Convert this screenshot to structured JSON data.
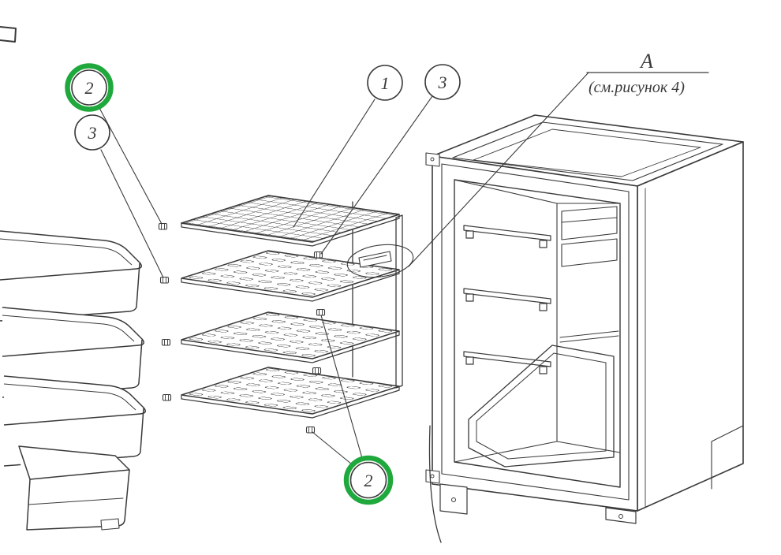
{
  "figure": {
    "kind": "exploded-parts-drawing",
    "detail_ref": {
      "label": "A",
      "note": "(см.рисунок 4)"
    },
    "balloons": [
      {
        "id": "balloon-2-top",
        "label": "2",
        "highlighted": true
      },
      {
        "id": "balloon-3-left",
        "label": "3",
        "highlighted": false
      },
      {
        "id": "balloon-1-top",
        "label": "1",
        "highlighted": false
      },
      {
        "id": "balloon-3-top",
        "label": "3",
        "highlighted": false
      },
      {
        "id": "balloon-2-bottom",
        "label": "2",
        "highlighted": true
      }
    ],
    "colors": {
      "line": "#3a3a3a",
      "highlight": "#1fa83c",
      "background": "#ffffff"
    }
  }
}
